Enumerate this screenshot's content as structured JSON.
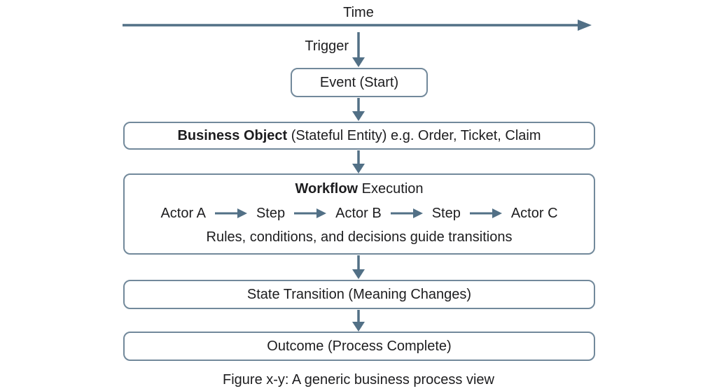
{
  "timeline": {
    "label": "Time",
    "trigger_label": "Trigger"
  },
  "nodes": {
    "event": {
      "label": "Event (Start)"
    },
    "business_object": {
      "bold": "Business Object",
      "rest": " (Stateful Entity) e.g. Order, Ticket, Claim"
    },
    "workflow": {
      "title_bold": "Workflow",
      "title_rest": " Execution",
      "actors": [
        "Actor A",
        "Step",
        "Actor B",
        "Step",
        "Actor C"
      ],
      "note": "Rules, conditions, and decisions guide transitions"
    },
    "state_transition": {
      "label": "State Transition (Meaning Changes)"
    },
    "outcome": {
      "label": "Outcome (Process Complete)"
    }
  },
  "caption": "Figure x-y: A generic business process view",
  "colors": {
    "arrow": "#527086",
    "border": "#72899b",
    "text": "#1d1d1f"
  }
}
